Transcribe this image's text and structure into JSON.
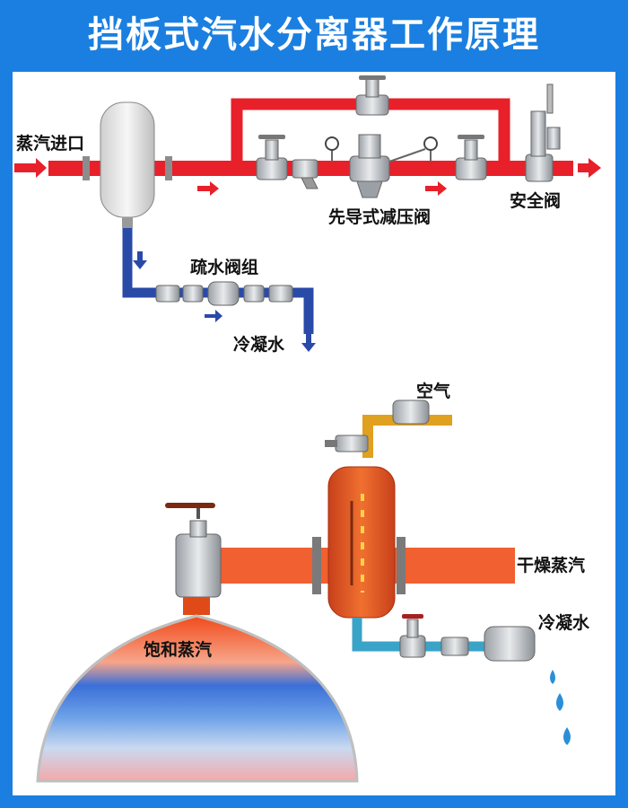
{
  "title": "挡板式汽水分离器工作原理",
  "top_diagram": {
    "steam_inlet": "蒸汽进口",
    "pilot_prv": "先导式减压阀",
    "safety_valve": "安全阀",
    "drain_valve_group": "疏水阀组",
    "condensate": "冷凝水"
  },
  "bottom_diagram": {
    "air": "空气",
    "dry_steam": "干燥蒸汽",
    "saturated_steam": "饱和蒸汽",
    "condensate": "冷凝水"
  },
  "colors": {
    "background": "#1a7fe0",
    "steam_pipe": "#e8202a",
    "condensate_pipe": "#2a4aa8",
    "separator": "#e8561e",
    "air_pipe": "#e0a020",
    "drain_pipe": "#3aa3c8"
  }
}
